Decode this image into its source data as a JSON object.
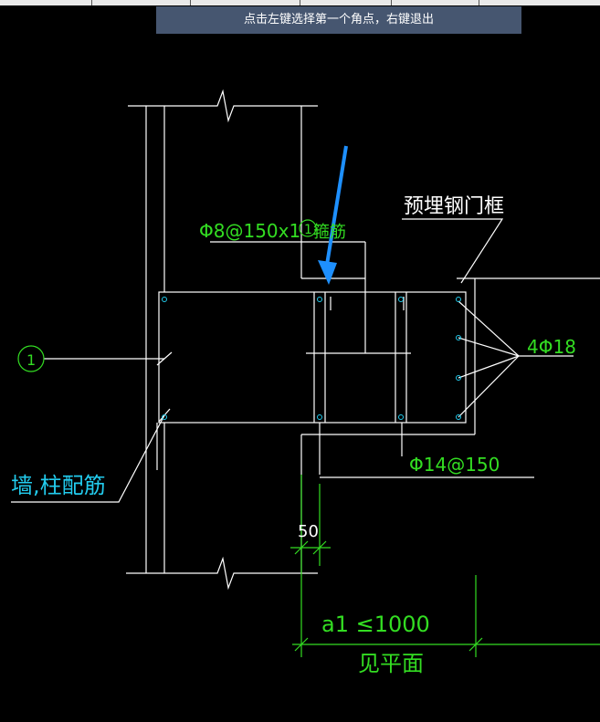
{
  "status_banner": "点击左键选择第一个角点，右键退出",
  "drawing": {
    "labels": {
      "stirrup": "Φ8@150x1",
      "stirrup_tail": "箍筋",
      "embedded_frame": "预埋钢门框",
      "bars_4": "4Φ18",
      "bars_14": "Φ14@150",
      "wall_column": "墙,柱配筋",
      "dim_50": "50",
      "dim_a1": "a1 ≤1000",
      "see_plan": "见平面",
      "axis_1": "1",
      "axis_circle_label": "1"
    },
    "colors": {
      "line": "#ffffff",
      "green": "#33dd22",
      "cyan": "#22ccee",
      "arrow": "#1e90ff"
    }
  }
}
